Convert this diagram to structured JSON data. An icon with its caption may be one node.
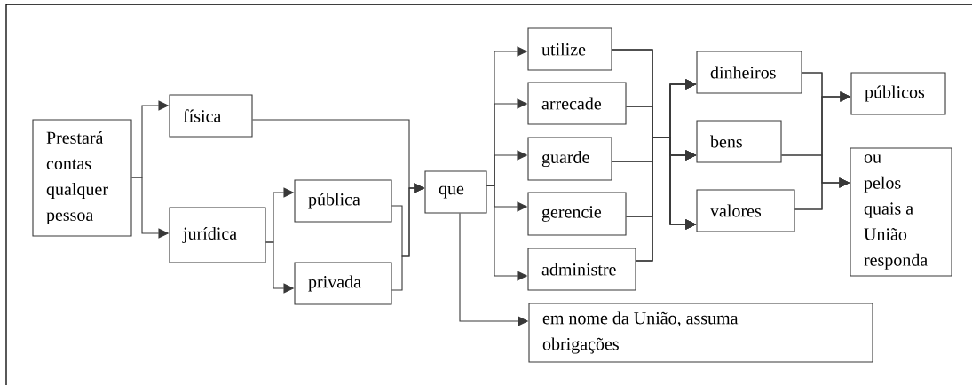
{
  "diagram": {
    "nodes": [
      {
        "text": [
          "Prestará contas qualquer pessoa"
        ]
      },
      {
        "text": [
          "física"
        ]
      },
      {
        "text": [
          "jurídica"
        ]
      },
      {
        "text": [
          "pública"
        ]
      },
      {
        "text": [
          "privada"
        ]
      },
      {
        "text": [
          "que"
        ]
      },
      {
        "text": [
          "utilize"
        ]
      },
      {
        "text": [
          "arrecade"
        ]
      },
      {
        "text": [
          "guarde"
        ]
      },
      {
        "text": [
          "gerencie"
        ]
      },
      {
        "text": [
          "administre"
        ]
      },
      {
        "text": [
          "dinheiros"
        ]
      },
      {
        "text": [
          "bens"
        ]
      },
      {
        "text": [
          "valores"
        ]
      },
      {
        "text": [
          "públicos"
        ]
      },
      {
        "text": [
          "ou pelos quais a União responda"
        ]
      },
      {
        "text": [
          "em nome da União, assuma obrigações"
        ]
      }
    ],
    "edges": [
      {
        "from": 0,
        "to": 1,
        "arrow": "to"
      },
      {
        "from": 0,
        "to": 2,
        "arrow": "to"
      },
      {
        "from": 1,
        "to": 5,
        "arrow": "to"
      },
      {
        "from": 2,
        "to": 3,
        "arrow": "to"
      },
      {
        "from": 2,
        "to": 4,
        "arrow": "to"
      },
      {
        "from": 3,
        "to": 5,
        "arrow": "to"
      },
      {
        "from": 4,
        "to": 5,
        "arrow": "to"
      },
      {
        "from": 5,
        "to": 6,
        "arrow": "to"
      },
      {
        "from": 5,
        "to": 7,
        "arrow": "to"
      },
      {
        "from": 5,
        "to": 8,
        "arrow": "to"
      },
      {
        "from": 5,
        "to": 9,
        "arrow": "to"
      },
      {
        "from": 5,
        "to": 10,
        "arrow": "to"
      },
      {
        "from": 5,
        "to": 16,
        "arrow": "to"
      },
      {
        "from": 6,
        "to": 11,
        "arrow": "to"
      },
      {
        "from": 6,
        "to": 12,
        "arrow": "to"
      },
      {
        "from": 6,
        "to": 13,
        "arrow": "to"
      },
      {
        "from": 7,
        "to": 11,
        "arrow": "to"
      },
      {
        "from": 7,
        "to": 12,
        "arrow": "to"
      },
      {
        "from": 7,
        "to": 13,
        "arrow": "to"
      },
      {
        "from": 8,
        "to": 11,
        "arrow": "to"
      },
      {
        "from": 8,
        "to": 12,
        "arrow": "to"
      },
      {
        "from": 8,
        "to": 13,
        "arrow": "to"
      },
      {
        "from": 9,
        "to": 11,
        "arrow": "to"
      },
      {
        "from": 9,
        "to": 12,
        "arrow": "to"
      },
      {
        "from": 9,
        "to": 13,
        "arrow": "to"
      },
      {
        "from": 10,
        "to": 11,
        "arrow": "to"
      },
      {
        "from": 10,
        "to": 12,
        "arrow": "to"
      },
      {
        "from": 10,
        "to": 13,
        "arrow": "to"
      },
      {
        "from": 11,
        "to": 14,
        "arrow": "to"
      },
      {
        "from": 11,
        "to": 15,
        "arrow": "to"
      },
      {
        "from": 12,
        "to": 14,
        "arrow": "to"
      },
      {
        "from": 12,
        "to": 15,
        "arrow": "to"
      },
      {
        "from": 13,
        "to": 14,
        "arrow": "to"
      },
      {
        "from": 13,
        "to": 15,
        "arrow": "to"
      }
    ]
  }
}
